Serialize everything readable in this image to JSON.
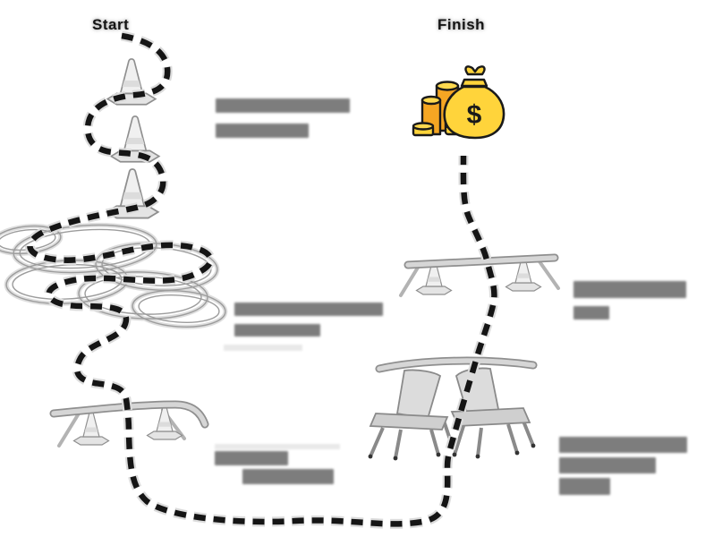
{
  "diagram": {
    "kind": "obstacle-course path from Start to Finish (money goal)",
    "labels": {
      "start": "Start",
      "finish": "Finish"
    },
    "money": {
      "symbol": "$"
    },
    "colors": {
      "bag": "#FFD43B",
      "coin": "#F5A623",
      "coin_top": "#FFD94F",
      "outline": "#1A1A1A",
      "path": "#151515",
      "path_halo": "#DCDCDC",
      "artwork_stroke": "#8F8F8F",
      "artwork_fill": "#EFEFEF",
      "blur_text": "#7D7D7D"
    },
    "obstacles": [
      {
        "id": "cone-slalom",
        "icon": "traffic-cones-icon",
        "label_text": "",
        "label_blurred": true
      },
      {
        "id": "rope-loops",
        "icon": "rope-loops-icon",
        "label_text": "",
        "label_blurred": true
      },
      {
        "id": "hurdle-left",
        "icon": "hurdle-icon",
        "label_text": "",
        "label_blurred": true
      },
      {
        "id": "hurdle-right",
        "icon": "hurdle-icon",
        "label_text": "",
        "label_blurred": true
      },
      {
        "id": "chairs-plank",
        "icon": "chairs-plank-icon",
        "label_text": "",
        "label_blurred": true
      }
    ],
    "blurred_labels": [
      {
        "id": "note-cones",
        "lines": 2,
        "legible": false
      },
      {
        "id": "note-loops",
        "lines": 2,
        "legible": false
      },
      {
        "id": "note-bottomleft",
        "lines": 2,
        "legible": false
      },
      {
        "id": "note-rightmid",
        "lines": 2,
        "legible": false
      },
      {
        "id": "note-bottomright",
        "lines": 3,
        "legible": false
      }
    ]
  }
}
